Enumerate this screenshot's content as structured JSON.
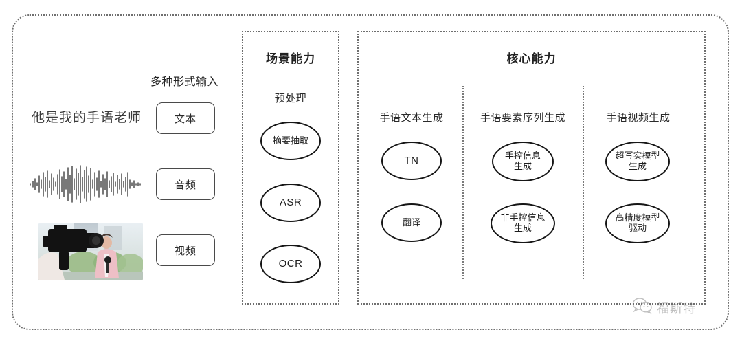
{
  "diagram": {
    "title_visible": false,
    "outer_frame": "rounded-dotted-border"
  },
  "input_section": {
    "heading": "多种形式输入",
    "sentence_sample": "他是我的手语老师",
    "modalities": [
      {
        "label": "文本",
        "icon": "text-sentence"
      },
      {
        "label": "音频",
        "icon": "audio-waveform"
      },
      {
        "label": "视频",
        "icon": "video-thumbnail"
      }
    ]
  },
  "scene_panel": {
    "title": "场景能力",
    "groups": [
      {
        "label": "预处理",
        "nodes": [
          {
            "label": "摘要抽取",
            "latin": false
          },
          {
            "label": "ASR",
            "latin": true
          },
          {
            "label": "OCR",
            "latin": true
          }
        ]
      }
    ]
  },
  "core_panel": {
    "title": "核心能力",
    "groups": [
      {
        "label": "手语文本生成",
        "nodes": [
          {
            "label": "TN",
            "latin": true
          },
          {
            "label": "翻译",
            "latin": false
          }
        ]
      },
      {
        "label": "手语要素序列生成",
        "nodes": [
          {
            "label": "手控信息\n生成",
            "line1": "手控信息",
            "line2": "生成",
            "latin": false
          },
          {
            "label": "非手控信息\n生成",
            "line1": "非手控信息",
            "line2": "生成",
            "latin": false
          }
        ]
      },
      {
        "label": "手语视频生成",
        "nodes": [
          {
            "label": "超写实模型\n生成",
            "line1": "超写实模型",
            "line2": "生成",
            "latin": false
          },
          {
            "label": "高精度模型\n驱动",
            "line1": "高精度模型",
            "line2": "驱动",
            "latin": false
          }
        ]
      }
    ]
  },
  "watermark": {
    "icon": "wechat-icon",
    "text": "福斯特"
  },
  "colors": {
    "border_dotted": "#6f6f6f",
    "node_stroke": "#161616",
    "text": "#2b2b2b",
    "background": "#ffffff"
  }
}
